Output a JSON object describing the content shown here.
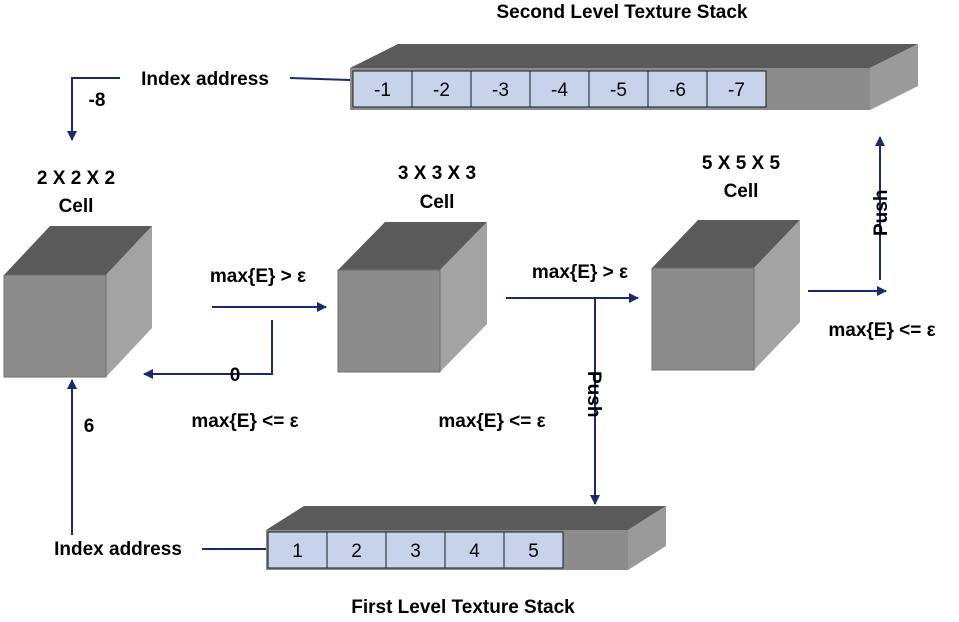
{
  "colors": {
    "arrow": "#1b2a6b",
    "cube_front": "#8c8c8c",
    "cube_top": "#5a5a5a",
    "cube_side": "#a0a0a0",
    "slot_fill": "#c7d3ea",
    "stack_body": "#8c8c8c"
  },
  "stacks": {
    "second": {
      "title": "Second Level Texture Stack",
      "slots": [
        "-1",
        "-2",
        "-3",
        "-4",
        "-5",
        "-6",
        "-7"
      ],
      "index_label": "Index address",
      "index_value": "-8"
    },
    "first": {
      "title": "First Level Texture Stack",
      "slots": [
        "1",
        "2",
        "3",
        "4",
        "5"
      ],
      "index_label": "Index address",
      "index_value": "6"
    }
  },
  "cells": {
    "c2": {
      "line1": "2 X 2 X 2",
      "line2": "Cell"
    },
    "c3": {
      "line1": "3 X 3 X 3",
      "line2": "Cell"
    },
    "c5": {
      "line1": "5 X 5 X 5",
      "line2": "Cell"
    }
  },
  "conditions": {
    "c2_to_c3": "max{E} > ε",
    "c3_back": "max{E} <= ε",
    "c3_back_value": "0",
    "c3_to_c5": "max{E} > ε",
    "c3_push_cond": "max{E} <= ε",
    "c5_out": "max{E} <= ε"
  },
  "push_labels": {
    "first": "Push",
    "second": "Push"
  }
}
